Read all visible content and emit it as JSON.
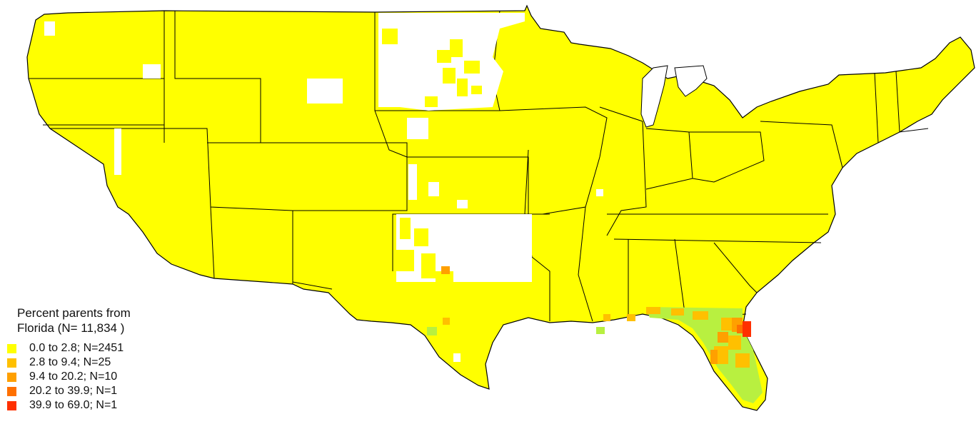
{
  "legend": {
    "title_line1": "Percent parents from",
    "title_line2": "Florida (N= 11,834 )",
    "items": [
      {
        "label": "0.0 to  2.8; N=2451",
        "color": "#ffff00"
      },
      {
        "label": "2.8 to  9.4; N=25",
        "color": "#ffc000"
      },
      {
        "label": "9.4 to 20.2; N=10",
        "color": "#ffa000"
      },
      {
        "label": "20.2 to 39.9; N=1",
        "color": "#ff7000"
      },
      {
        "label": "39.9 to 69.0; N=1",
        "color": "#ff3000"
      }
    ]
  },
  "colors": {
    "base": "#ffff00",
    "no_data": "#ffffff",
    "low_florida": "#b8f040",
    "border": "#000000"
  }
}
